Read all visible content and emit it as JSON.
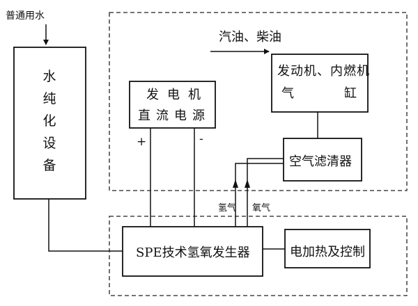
{
  "labels": {
    "water_input": "普通用水",
    "purifier": [
      "水",
      "纯",
      "化",
      "设",
      "备"
    ],
    "fuel": "汽油、柴油",
    "engine_line1": "发动机、内燃机",
    "engine_line2_a": "气",
    "engine_line2_b": "缸",
    "dc_line1": "发电机",
    "dc_line2": "直流电源",
    "plus": "+",
    "minus": "-",
    "air_filter": "空气滤清器",
    "hydrogen": "氢气",
    "oxygen": "氧气",
    "spe": "SPE技术氢氧发生器",
    "heater": "电加热及控制"
  }
}
